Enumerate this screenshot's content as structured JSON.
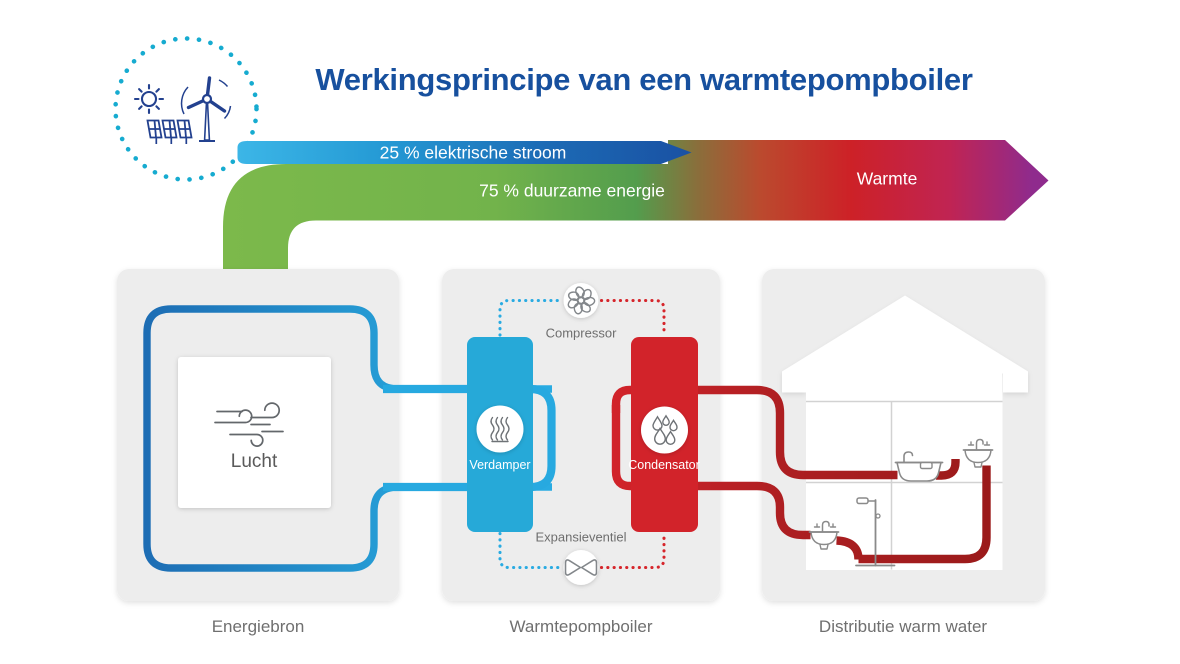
{
  "title": "Werkingsprincipe van een warmtepompboiler",
  "flow_band": {
    "electric_label": "25 % elektrische stroom",
    "renewable_label": "75 % duurzame energie",
    "heat_label": "Warmte"
  },
  "source_icon": "sun-wind-solar-icon",
  "panels": [
    {
      "label": "Energiebron",
      "box_label": "Lucht",
      "box_icon": "wind-swirl-icon"
    },
    {
      "label": "Warmtepompboiler",
      "components": {
        "compressor": "Compressor",
        "evaporator": "Verdamper",
        "condenser": "Condensator",
        "expansion_valve": "Expansieventiel"
      },
      "component_icons": {
        "compressor": "fan-icon",
        "evaporator": "steam-waves-icon",
        "condenser": "droplets-icon",
        "expansion_valve": "valve-bowtie-icon"
      }
    },
    {
      "label": "Distributie warm water",
      "fixtures": [
        "bathtub-icon",
        "sink-icon",
        "sink-icon",
        "shower-icon"
      ]
    }
  ],
  "colors": {
    "title_blue": "#17509e",
    "electric_start": "#3cb6e7",
    "electric_end": "#1a51a3",
    "renewable_green": "#7cb94b",
    "heat_red": "#cd2127",
    "heat_purple": "#8f2b8d",
    "evaporator_cyan": "#26a9d8",
    "condenser_red": "#d2232a",
    "pipe_dark_red": "#9a1a1a",
    "loop_blue": "#27a9e0",
    "panel_gray": "#ededed",
    "dotted_circle_teal": "#16abd0",
    "icon_navy": "#23418f"
  }
}
